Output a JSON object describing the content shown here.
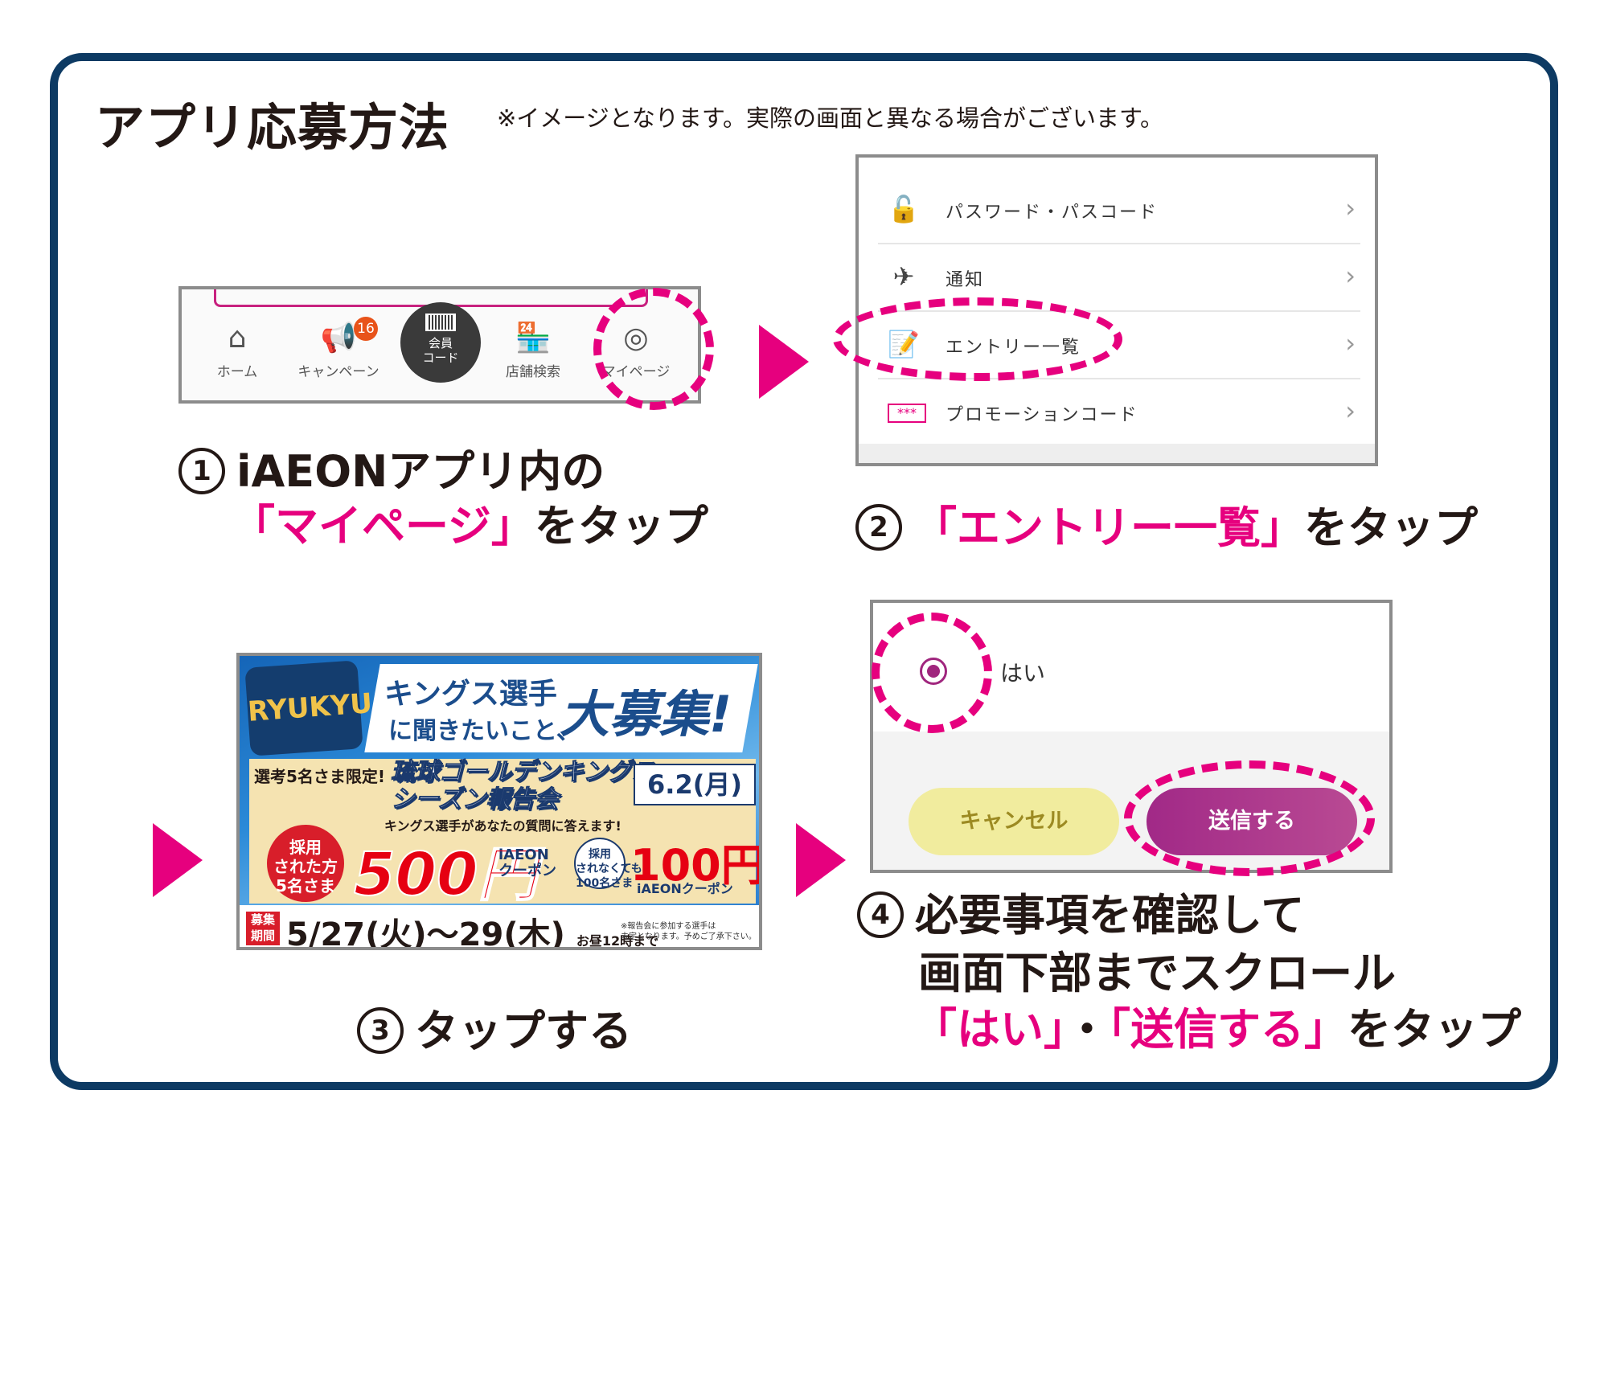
{
  "header": {
    "title": "アプリ応募方法",
    "note": "※イメージとなります。実際の画面と異なる場合がございます。"
  },
  "colors": {
    "accent": "#e6007e",
    "frame": "#0d3a63",
    "send_button": "#a12987",
    "cancel_button": "#f1ec9e"
  },
  "step1": {
    "number": "1",
    "line1": "iAEONアプリ内の",
    "line2_highlight": "「マイページ」",
    "line2_rest": "をタップ",
    "screen": {
      "nav": [
        {
          "label": "ホーム",
          "icon": "home-icon"
        },
        {
          "label": "キャンペーン",
          "icon": "megaphone-icon",
          "badge": "16"
        },
        {
          "label": "会員\nコード",
          "icon": "barcode-icon"
        },
        {
          "label": "店舗検索",
          "icon": "store-icon"
        },
        {
          "label": "マイページ",
          "icon": "user-circle-icon"
        }
      ]
    }
  },
  "step2": {
    "number": "2",
    "highlight": "「エントリー一覧」",
    "rest": "をタップ",
    "screen": {
      "items": [
        {
          "label": "パスワード・パスコード",
          "icon": "lock-icon"
        },
        {
          "label": "通知",
          "icon": "paper-plane-icon"
        },
        {
          "label": "エントリー一覧",
          "icon": "edit-document-icon"
        },
        {
          "label": "プロモーションコード",
          "icon": "code-card-icon"
        }
      ]
    }
  },
  "step3": {
    "number": "3",
    "text": "タップする",
    "banner": {
      "logo": "RYUKYU",
      "headline_a": "キングス選手",
      "headline_b": "に聞きたいこと、",
      "headline_c": "大募集!",
      "limited": "選考5名さま限定!",
      "event": "琉球ゴールデンキングス\nシーズン報告会",
      "date": "6.2(月)",
      "sub": "キングス選手があなたの質問に答えます!",
      "seal": "採用\nされた方\n5名さま",
      "prize_main": "500円",
      "coupon": "iAEON\nクーポン",
      "seal2": "採用\nされなくても\n100名さま",
      "prize_sub": "100円",
      "coupon2": "iAEONクーポン",
      "period_label": "募集\n期間",
      "period": "5/27(火)〜29(木)",
      "period_note": "お昼12時まで",
      "fine_print": "※報告会に参加する選手は\n未定となります。予めご了承下さい。"
    }
  },
  "step4": {
    "number": "4",
    "line1": "必要事項を確認して",
    "line2": "画面下部までスクロール",
    "line3_hl1": "「はい」",
    "line3_dot": "・",
    "line3_hl2": "「送信する」",
    "line3_rest": "をタップ",
    "screen": {
      "radio_label": "はい",
      "cancel": "キャンセル",
      "send": "送信する"
    }
  }
}
